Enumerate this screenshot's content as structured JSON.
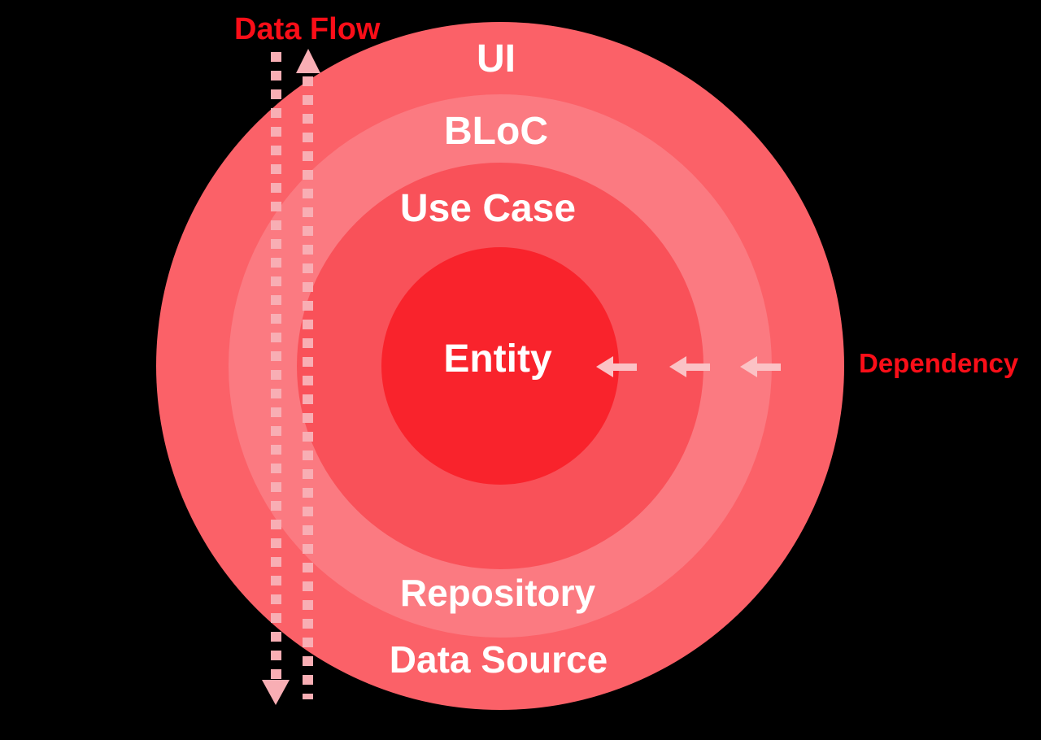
{
  "canvas": {
    "background": "#000000",
    "text_color": "#FFFFFF"
  },
  "diagram": {
    "type": "concentric-layered-architecture",
    "layers": [
      {
        "name": "UI",
        "color": "#FB6168"
      },
      {
        "name": "BLoC",
        "color": "#FB7A81"
      },
      {
        "name": "Use Case",
        "color": "#F95159"
      },
      {
        "name": "Entity",
        "color": "#F9232C"
      }
    ],
    "outer_ring_extra_labels": [
      {
        "name": "Repository",
        "ring": "BLoC"
      },
      {
        "name": "Data Source",
        "ring": "UI"
      }
    ]
  },
  "annotations": {
    "data_flow": {
      "label": "Data Flow",
      "label_color": "#FA0E18",
      "arrow_color": "#F8AEB4",
      "style": "dotted vertical lines",
      "directions": [
        "down",
        "up"
      ]
    },
    "dependency": {
      "label": "Dependency",
      "label_color": "#FA0E18",
      "arrow_color": "#FBC2C5",
      "direction": "left",
      "arrow_count": 3
    }
  }
}
